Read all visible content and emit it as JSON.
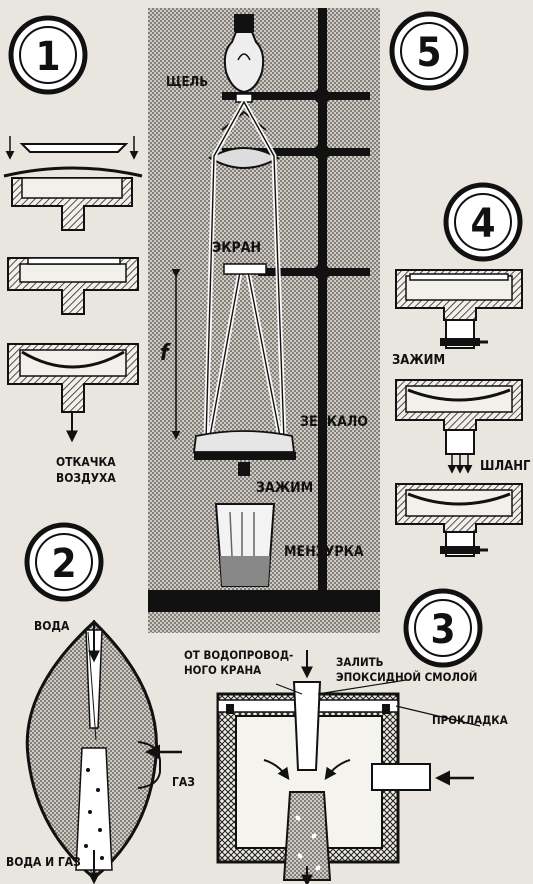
{
  "steps": {
    "one": "1",
    "two": "2",
    "three": "3",
    "four": "4",
    "five": "5"
  },
  "labels": {
    "slit": "ЩЕЛЬ",
    "screen": "ЭКРАН",
    "focal": "f",
    "mirror": "ЗЕРКАЛО",
    "clamp_center": "ЗАЖИМ",
    "beaker": "МЕНЗУРКА",
    "clamp_right": "ЗАЖИМ",
    "hose": "ШЛАНГ",
    "air_pump_1": "ОТКАЧКА",
    "air_pump_2": "ВОЗДУХА",
    "water": "ВОДА",
    "gas": "ГАЗ",
    "water_and_gas": "ВОДА И ГАЗ",
    "from_tap_1": "ОТ ВОДОПРОВОД-",
    "from_tap_2": "НОГО КРАНА",
    "fill_1": "ЗАЛИТЬ",
    "fill_2": "ЭПОКСИДНОЙ СМОЛОЙ",
    "gasket": "ПРОКЛАДКА"
  }
}
